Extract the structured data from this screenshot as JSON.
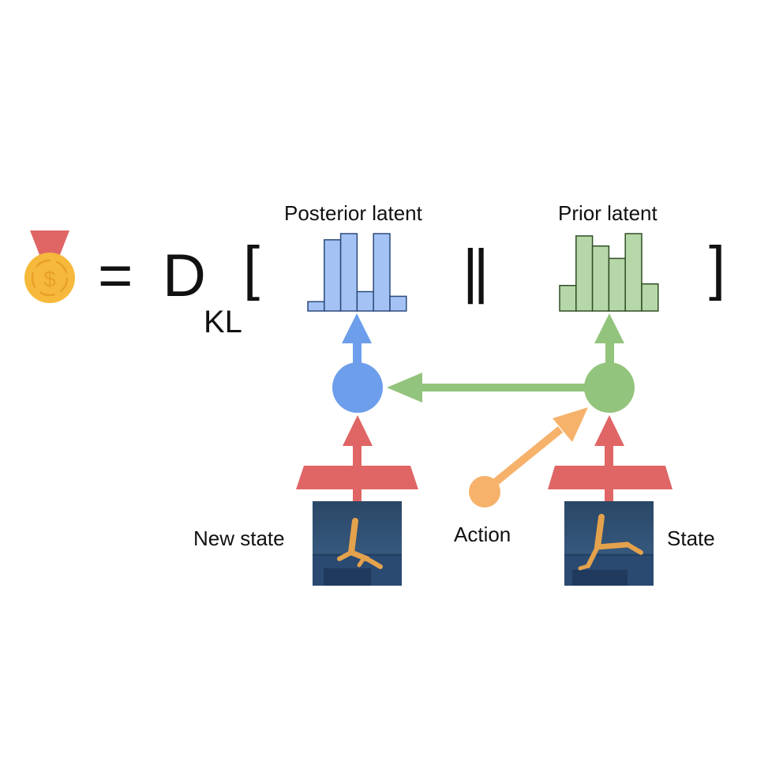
{
  "equation": {
    "reward_icon": "medal-coin-icon",
    "equals": "=",
    "operator": "D",
    "operator_subscript": "KL",
    "bracket_open": "[",
    "separator": "||",
    "bracket_close": "]"
  },
  "labels": {
    "posterior": "Posterior latent",
    "prior": "Prior latent",
    "new_state": "New state",
    "action": "Action",
    "state": "State"
  },
  "histograms": {
    "posterior": [
      0.12,
      0.92,
      1.0,
      0.25,
      1.0,
      0.19
    ],
    "prior": [
      0.33,
      0.97,
      0.84,
      0.68,
      1.0,
      0.35
    ]
  },
  "colors": {
    "posterior": "#6d9eeb",
    "posterior_fill": "#a4c2f4",
    "prior": "#93c47d",
    "prior_fill": "#b6d7a8",
    "encoder": "#e06666",
    "action": "#f6b26b",
    "medal_ribbon": "#e06666",
    "medal_coin": "#f6b93b"
  }
}
